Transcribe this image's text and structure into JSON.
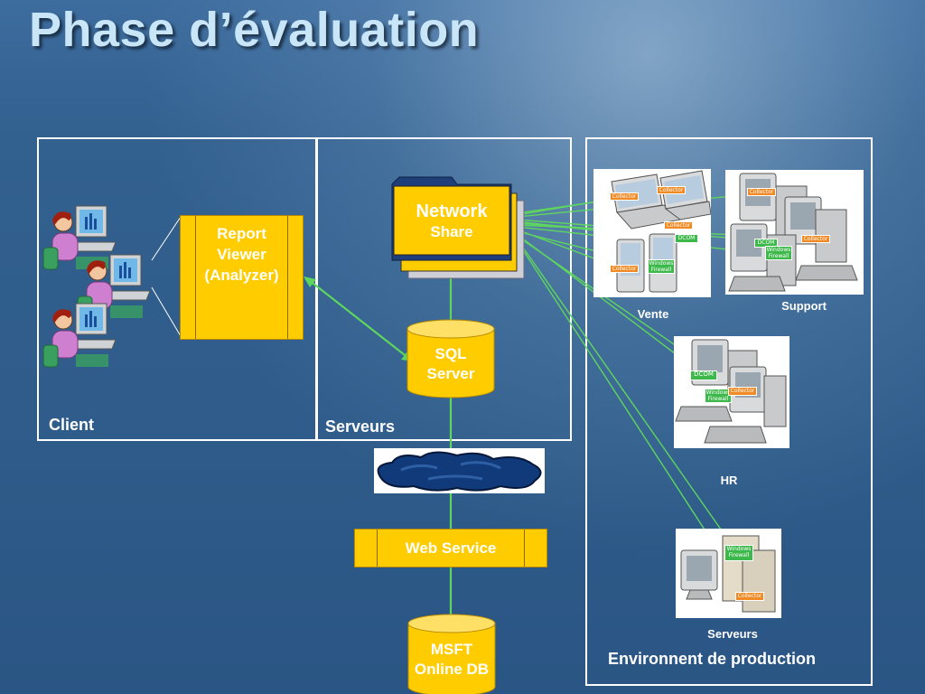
{
  "slide": {
    "title": "Phase d’évaluation"
  },
  "panels": {
    "client_label": "Client",
    "serveurs_label": "Serveurs",
    "production_label": "Environnent de production"
  },
  "nodes": {
    "report_viewer": {
      "line1": "Report",
      "line2": "Viewer",
      "line3": "(Analyzer)"
    },
    "network_share": {
      "line1": "Network",
      "line2": "Share"
    },
    "sql_server": {
      "line1": "SQL",
      "line2": "Server"
    },
    "web_service": {
      "label": "Web Service"
    },
    "msft_db": {
      "line1": "MSFT",
      "line2": "Online DB"
    }
  },
  "groups": {
    "vente": "Vente",
    "support": "Support",
    "hr": "HR",
    "serveurs": "Serveurs"
  },
  "tags": {
    "collector": "Collector",
    "windows_firewall_1": "Windows",
    "windows_firewall_2": "Firewall",
    "dcom": "DCOM"
  },
  "colors": {
    "accent_yellow": "#ffcc00",
    "connector_green": "#5ed65e",
    "title": "#c9e6f8"
  }
}
